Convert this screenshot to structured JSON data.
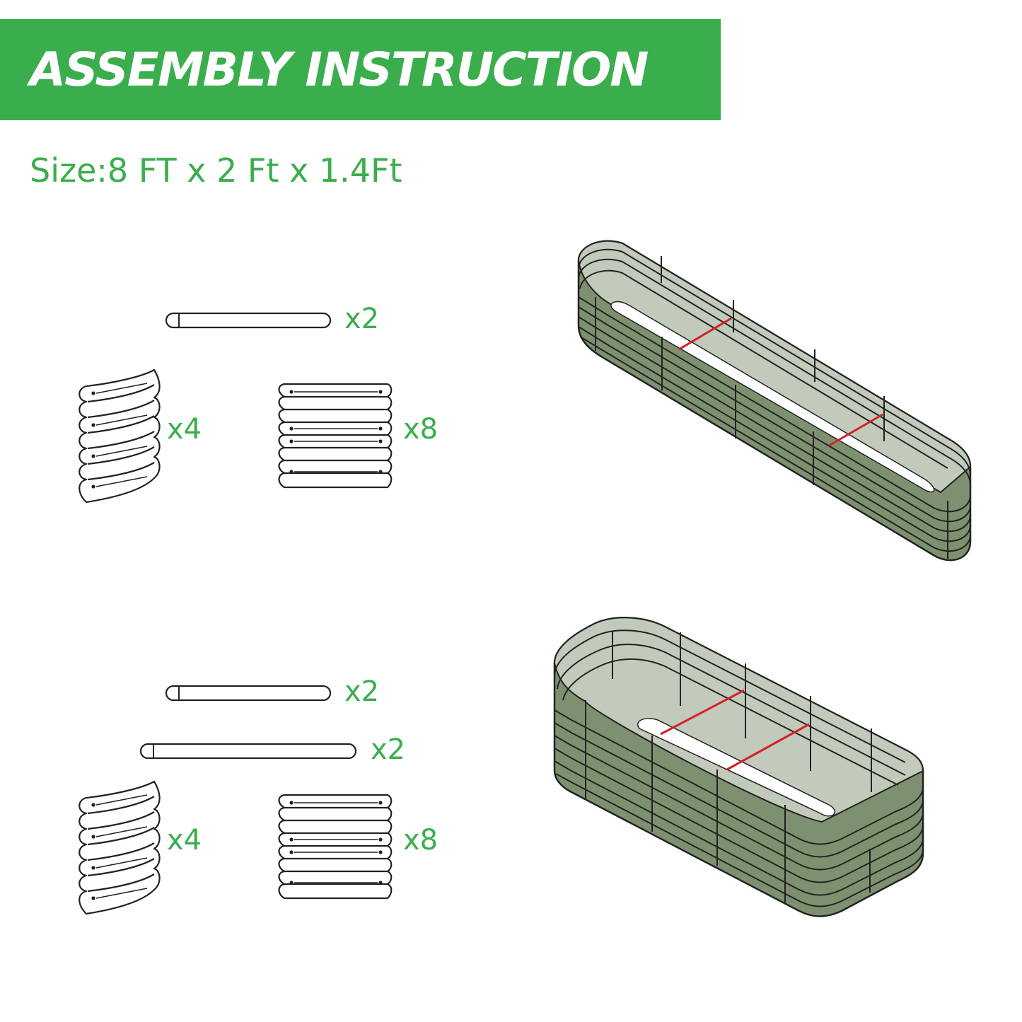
{
  "header": {
    "title": "ASSEMBLY INSTRUCTION"
  },
  "size": {
    "text": "Size:8 FT x 2 Ft x 1.4Ft"
  },
  "colors": {
    "brand_green": "#3aae4d",
    "bed_green": "#7d9170",
    "bed_inner": "#c2cabb",
    "bracket_red": "#d42026"
  },
  "kit_1": {
    "rod_short_qty": "x2",
    "curved_panel_qty": "x4",
    "straight_panel_qty": "x8"
  },
  "kit_2": {
    "rod_short_qty": "x2",
    "rod_long_qty": "x2",
    "curved_panel_qty": "x4",
    "straight_panel_qty": "x8"
  },
  "icons": [
    "rod-icon",
    "curved-panel-icon",
    "straight-panel-icon",
    "raised-bed-long-icon",
    "raised-bed-wide-icon"
  ]
}
